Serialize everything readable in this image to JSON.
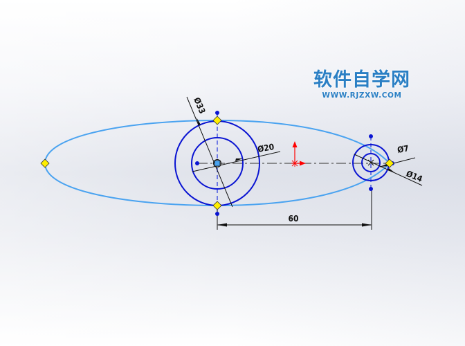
{
  "watermark": {
    "title": "软件自学网",
    "url": "WWW.RJZXW.COM"
  },
  "sketch": {
    "dimensions": {
      "big_outer_diameter": "Ø33",
      "big_inner_diameter": "Ø20",
      "small_inner_diameter": "Ø7",
      "small_outer_diameter": "Ø14",
      "center_distance": "60"
    },
    "colors": {
      "ellipse": "#4aa3f0",
      "circles": "#0a14d2",
      "points": "#0a14d2",
      "endpoint_marker": "#ffee00",
      "origin": "#ff0000",
      "dimension_lines": "#111111",
      "centerline": "#555555"
    }
  }
}
